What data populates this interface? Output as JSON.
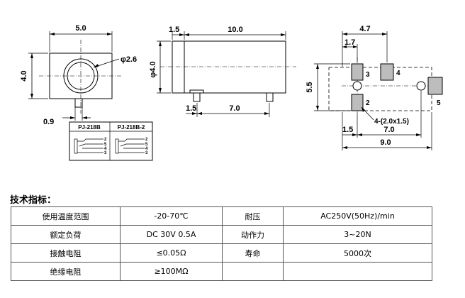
{
  "drawing": {
    "front_view": {
      "width_dim": "5.0",
      "height_dim": "4.0",
      "hole_dim": "φ2.6",
      "pin_dim": "0.9"
    },
    "side_view": {
      "head_dim": "1.5",
      "length_dim": "10.0",
      "dia_dim": "φ4.0",
      "pin_offset_dim": "1.5",
      "pin_spacing_dim": "7.0"
    },
    "pcb_view": {
      "dim_4_7": "4.7",
      "dim_1_7": "1.7",
      "dim_5_5": "5.5",
      "pad_labels": [
        "3",
        "4",
        "2",
        "5"
      ],
      "pad_note": "4-(2.0x1.5)",
      "dim_1_5": "1.5",
      "dim_7_0": "7.0",
      "dim_9_0": "9.0"
    },
    "schematics": [
      {
        "title": "PJ-218B",
        "pins": [
          "2",
          "5",
          "4",
          "3"
        ]
      },
      {
        "title": "PJ-218B-2",
        "pins": [
          "2",
          "5",
          "4",
          "3"
        ]
      }
    ]
  },
  "spec_title": "技术指标：",
  "spec_rows": [
    [
      "使用温度范围",
      "-20-70℃",
      "耐压",
      "AC250V(50Hz)/min"
    ],
    [
      "额定负荷",
      "DC 30V 0.5A",
      "动作力",
      "3~20N"
    ],
    [
      "接触电阻",
      "≤0.05Ω",
      "寿命",
      "5000次"
    ],
    [
      "绝缘电阻",
      "≥100MΩ",
      "",
      ""
    ]
  ]
}
